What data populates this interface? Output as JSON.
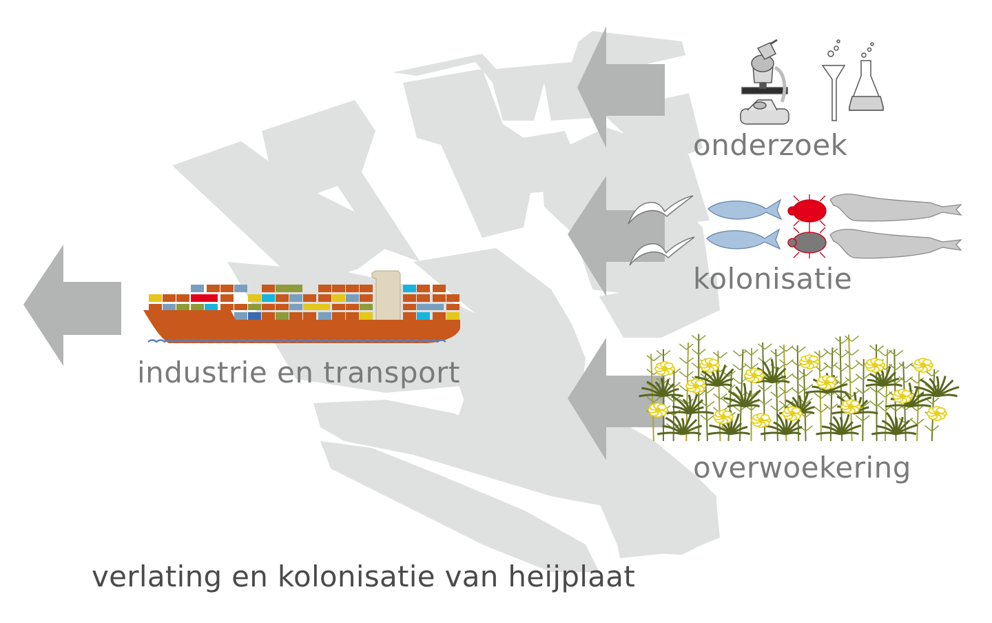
{
  "title": "verlating en kolonisatie van heijplaat",
  "labels": {
    "industry": "industrie en transport",
    "research": "onderzoek",
    "colonization": "kolonisatie",
    "overgrowth": "overwoekering"
  },
  "colors": {
    "land": "#dfe0e0",
    "arrow": "#b3b4b4",
    "hull": "#c8581c",
    "water": "#5a7fbf",
    "fish": "#a9c3df",
    "beetle": "#e2001a",
    "seal": "#cacaca",
    "plant": "#6c7a2a",
    "flower": "#e6d21a",
    "text": "#7a7a7a"
  },
  "icons": [
    "microscope-icon",
    "funnel-icon",
    "flask-icon",
    "gull-icon",
    "fish-icon",
    "beetle-icon",
    "seal-icon",
    "plant-icon",
    "flower-icon",
    "container-ship-icon"
  ]
}
